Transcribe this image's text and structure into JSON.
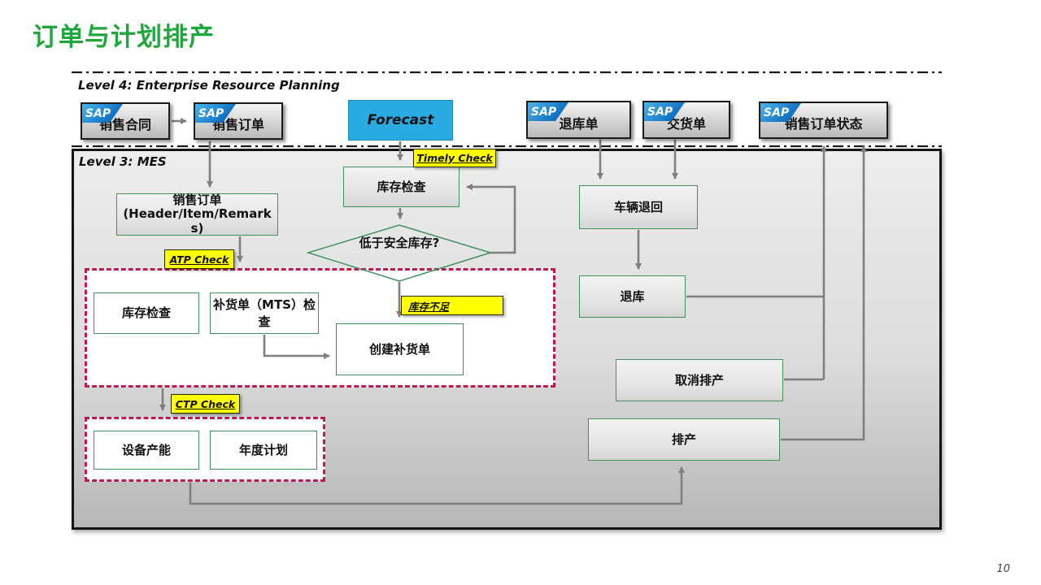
{
  "slide": {
    "title": "订单与计划排产",
    "page_number": "10"
  },
  "zones": {
    "level4": "Level 4: Enterprise Resource Planning",
    "level3": "Level 3: MES"
  },
  "sap_logo_text": "SAP",
  "erp": {
    "sales_contract": "销售合同",
    "sales_order": "销售订单",
    "forecast": "Forecast",
    "return_order": "退库单",
    "delivery_order": "交货单",
    "sales_order_status": "销售订单状态"
  },
  "mes": {
    "sales_order_header_cn": "销售订单",
    "sales_order_header_en": "(Header/Item/Remarks)",
    "inventory_check": "库存检查",
    "safety_stock_question": "低于安全库存?",
    "inner_inventory_check": "库存检查",
    "replenish_order_check": "补货单（MTS）检查",
    "create_replenish_order": "创建补货单",
    "equipment_capacity": "设备产能",
    "annual_plan": "年度计划",
    "vehicle_return": "车辆退回",
    "stock_return": "退库",
    "cancel_scheduling": "取消排产",
    "scheduling": "排产"
  },
  "check_labels": {
    "timely_check": "Timely Check",
    "atp_check": "ATP Check",
    "ctp_check": "CTP Check",
    "stock_insufficient": "库存不足"
  },
  "colors": {
    "title_green": "#1fa73c",
    "forecast_blue": "#29abe2",
    "highlight_yellow": "#ffff00",
    "dashed_zone_border": "#c01a4b",
    "flow_box_border_green": "#3f9161",
    "arrow_gray": "#7f7f7f",
    "sap_logo_blue": "#1273c4"
  }
}
